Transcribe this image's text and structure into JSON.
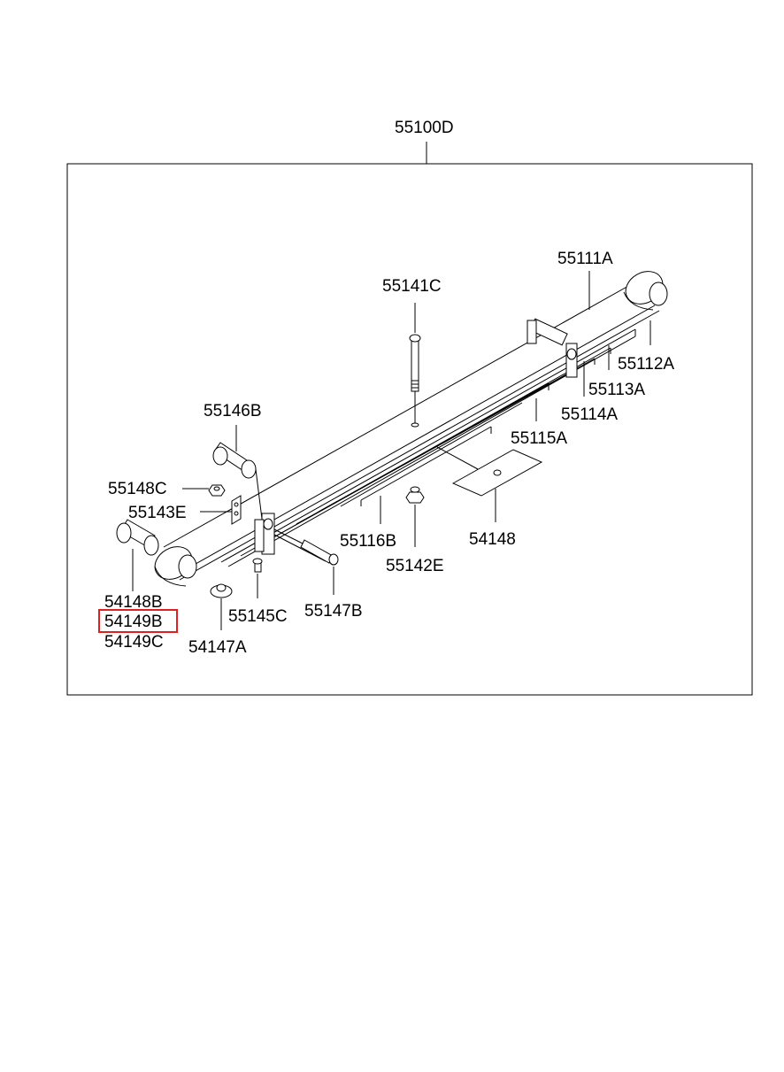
{
  "assembly": {
    "label": "55100D",
    "highlight_color": "#e02020"
  },
  "callouts": {
    "p55111A": "55111A",
    "p55141C": "55141C",
    "p55112A": "55112A",
    "p55113A": "55113A",
    "p55114A": "55114A",
    "p55115A": "55115A",
    "p55146B": "55146B",
    "p55148C": "55148C",
    "p55143E": "55143E",
    "p54148": "54148",
    "p55116B": "55116B",
    "p55142E": "55142E",
    "p54148B": "54148B",
    "p54149B": "54149B",
    "p54149C": "54149C",
    "p55145C": "55145C",
    "p55147B": "55147B",
    "p54147A": "54147A"
  },
  "selected_part": "54149B"
}
